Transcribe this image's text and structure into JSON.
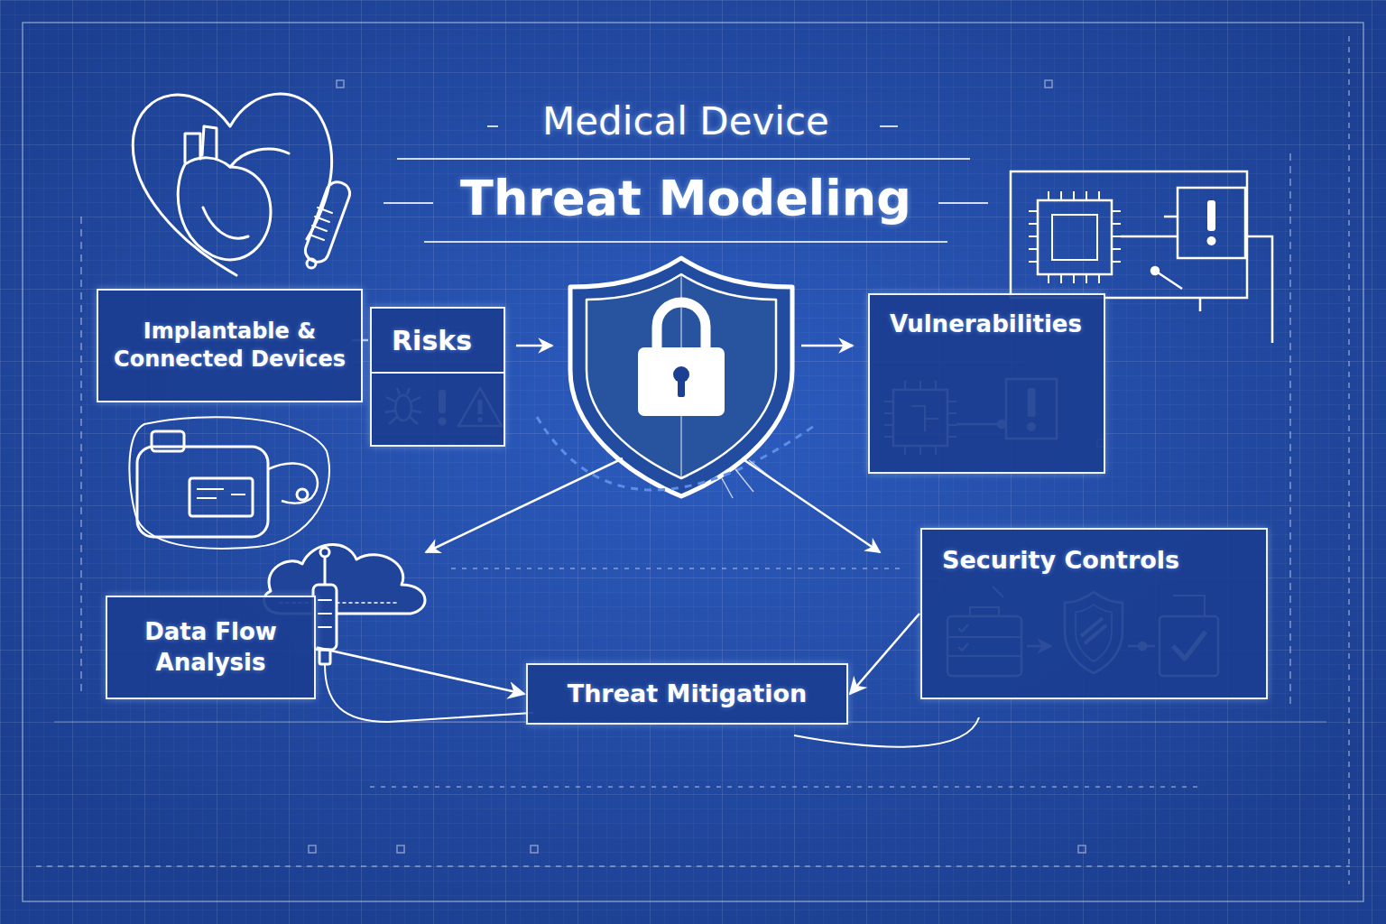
{
  "diagram": {
    "title": "Threat Modeling",
    "nodes": [
      {
        "text": [
          "Implantable & Connected Devices"
        ]
      },
      {
        "text": [
          "Risks"
        ]
      },
      {
        "text": [
          "Vulnerabilities"
        ]
      },
      {
        "text": [
          "Security Controls"
        ]
      },
      {
        "text": [
          "Data Flow Analysis"
        ]
      },
      {
        "text": [
          "Threat Mitigation"
        ]
      }
    ],
    "edges": [
      {
        "from": 4,
        "to": 5,
        "arrow": "to"
      },
      {
        "from": 3,
        "to": 5,
        "arrow": "to"
      }
    ],
    "labels": [
      "Medical Device"
    ]
  }
}
